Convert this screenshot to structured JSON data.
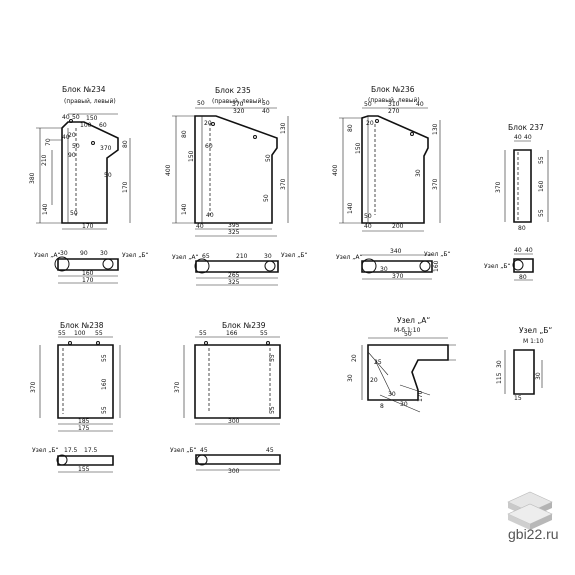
{
  "titles": {
    "b234": "Блок №234",
    "b234_sub": "(правый, левый)",
    "b235": "Блок 235",
    "b235_sub": "(правый, левый)",
    "b236": "Блок №236",
    "b236_sub": "(правый, левый)",
    "b237": "Блок 237",
    "b238": "Блок №238",
    "b239": "Блок №239",
    "nodeA": "Узел „А“",
    "nodeA_scale": "М-б 1:10",
    "nodeB": "Узел „Б“",
    "nodeB_scale": "М 1:10"
  },
  "labels": {
    "uzelA": "Узел „А“",
    "uzelB": "Узел „Б“"
  },
  "dims": {
    "b234": [
      "40",
      "50",
      "150",
      "100",
      "60",
      "210",
      "70",
      "380",
      "40",
      "50",
      "20",
      "170",
      "80",
      "90",
      "370",
      "140",
      "50",
      "50",
      "170"
    ],
    "b235": [
      "50",
      "370",
      "50",
      "320",
      "40",
      "80",
      "20",
      "150",
      "60",
      "130",
      "400",
      "50",
      "370",
      "140",
      "50",
      "395",
      "325",
      "40",
      "40"
    ],
    "b236": [
      "50",
      "310",
      "40",
      "270",
      "80",
      "130",
      "150",
      "400",
      "30",
      "370",
      "140",
      "40",
      "200",
      "20",
      "50"
    ],
    "b237": [
      "40",
      "40",
      "55",
      "370",
      "160",
      "55",
      "80"
    ],
    "b238": [
      "55",
      "100",
      "55",
      "55",
      "160",
      "370",
      "55",
      "185",
      "175"
    ],
    "b239": [
      "55",
      "166",
      "55",
      "55",
      "370",
      "55",
      "300"
    ],
    "p234": [
      "30",
      "90",
      "30",
      "160",
      "170"
    ],
    "p235": [
      "65",
      "210",
      "30",
      "265",
      "325"
    ],
    "p236": [
      "340",
      "30",
      "370",
      "160"
    ],
    "p237": [
      "40",
      "40",
      "80"
    ],
    "p238": [
      "17.5",
      "17.5",
      "155"
    ],
    "p239": [
      "45",
      "45",
      "300"
    ],
    "nodeA": [
      "50",
      "30",
      "20",
      "25",
      "20",
      "30",
      "30",
      "170",
      "8"
    ],
    "nodeB": [
      "30",
      "115",
      "30",
      "15"
    ]
  },
  "brand": {
    "site": "gbi22.ru"
  }
}
